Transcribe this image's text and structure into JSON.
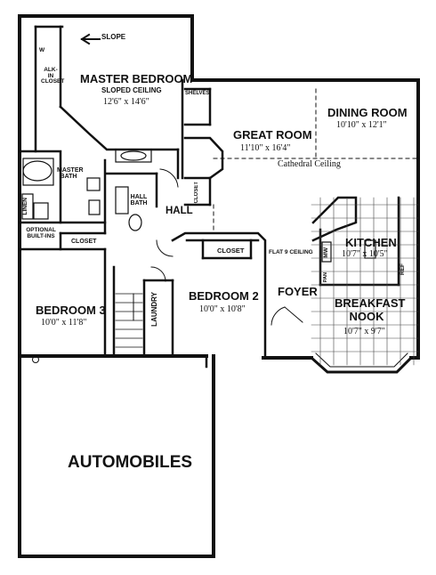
{
  "rooms": {
    "master_bedroom": {
      "name": "MASTER BEDROOM",
      "note": "SLOPED CEILING",
      "dims": "12'6\" x 14'6\""
    },
    "walk_in_closet": {
      "name": "ALK-IN CLOSET",
      "mark": "W"
    },
    "master_bath": {
      "name": "MASTER BATH"
    },
    "hall_bath": {
      "name": "HALL BATH"
    },
    "linen": {
      "name": "LINEN"
    },
    "optional_built_ins": {
      "name": "OPTIONAL BUILT-INS"
    },
    "closet_b3": {
      "name": "CLOSET"
    },
    "great_room": {
      "name": "GREAT ROOM",
      "dims": "11'10\" x 16'4\"",
      "note": "Cathedral Ceiling"
    },
    "dining_room": {
      "name": "DINING ROOM",
      "dims": "10'10\" x 12'1\""
    },
    "shelves": {
      "name": "SHELVES"
    },
    "closet_hall": {
      "name": "CLOSET"
    },
    "hall": {
      "name": "HALL"
    },
    "kitchen": {
      "name": "KITCHEN",
      "dims": "10'7\" x 10'5\""
    },
    "mw": {
      "name": "MW"
    },
    "ref": {
      "name": "REF"
    },
    "pantry": {
      "name": "PAN"
    },
    "flat_ceiling": {
      "name": "FLAT 9 CEILING"
    },
    "closet_b2": {
      "name": "CLOSET"
    },
    "bedroom2": {
      "name": "BEDROOM 2",
      "dims": "10'0\" x 10'8\""
    },
    "foyer": {
      "name": "FOYER"
    },
    "breakfast_nook": {
      "name": "BREAKFAST NOOK",
      "dims": "10'7\" x 9'7\""
    },
    "bedroom3": {
      "name": "BEDROOM 3",
      "dims": "10'0\" x 11'8\""
    },
    "laundry": {
      "name": "LAUNDRY"
    },
    "automobiles": {
      "name": "AUTOMOBILES"
    }
  },
  "annotations": {
    "slope": "SLOPE"
  }
}
